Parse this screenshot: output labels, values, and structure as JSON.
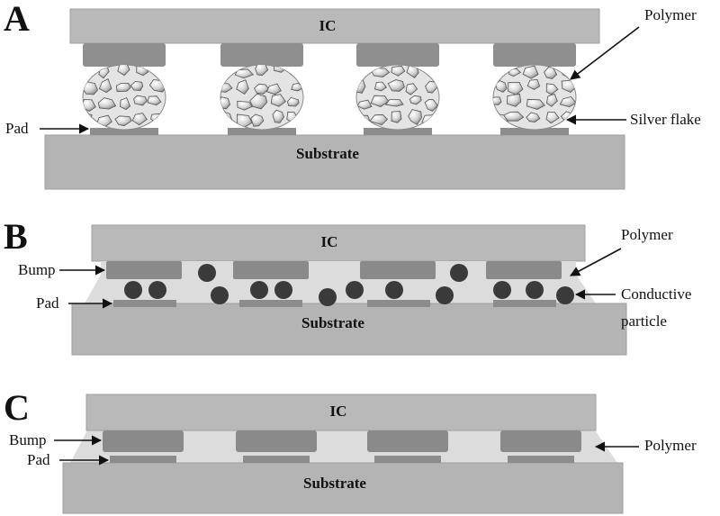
{
  "colors": {
    "ic": "#b9b9b9",
    "substrate": "#b4b4b4",
    "bump": "#8a8a8a",
    "pad": "#8c8c8c",
    "polymer": "#dcdcdc",
    "particle": "#3d3d3d",
    "flake_light": "#f0f0f0",
    "flake_dark": "#9a9a9a",
    "arrow": "#111111"
  },
  "panels": [
    {
      "letter": "A",
      "ic_label": "IC",
      "substrate_label": "Substrate",
      "callouts": {
        "polymer": "Polymer",
        "silver_flake": "Silver flake",
        "pad": "Pad"
      }
    },
    {
      "letter": "B",
      "ic_label": "IC",
      "substrate_label": "Substrate",
      "callouts": {
        "polymer": "Polymer",
        "bump": "Bump",
        "pad": "Pad",
        "conductive_line1": "Conductive",
        "conductive_line2": "particle"
      }
    },
    {
      "letter": "C",
      "ic_label": "IC",
      "substrate_label": "Substrate",
      "callouts": {
        "bump": "Bump",
        "pad": "Pad",
        "polymer": "Polymer"
      }
    }
  ]
}
